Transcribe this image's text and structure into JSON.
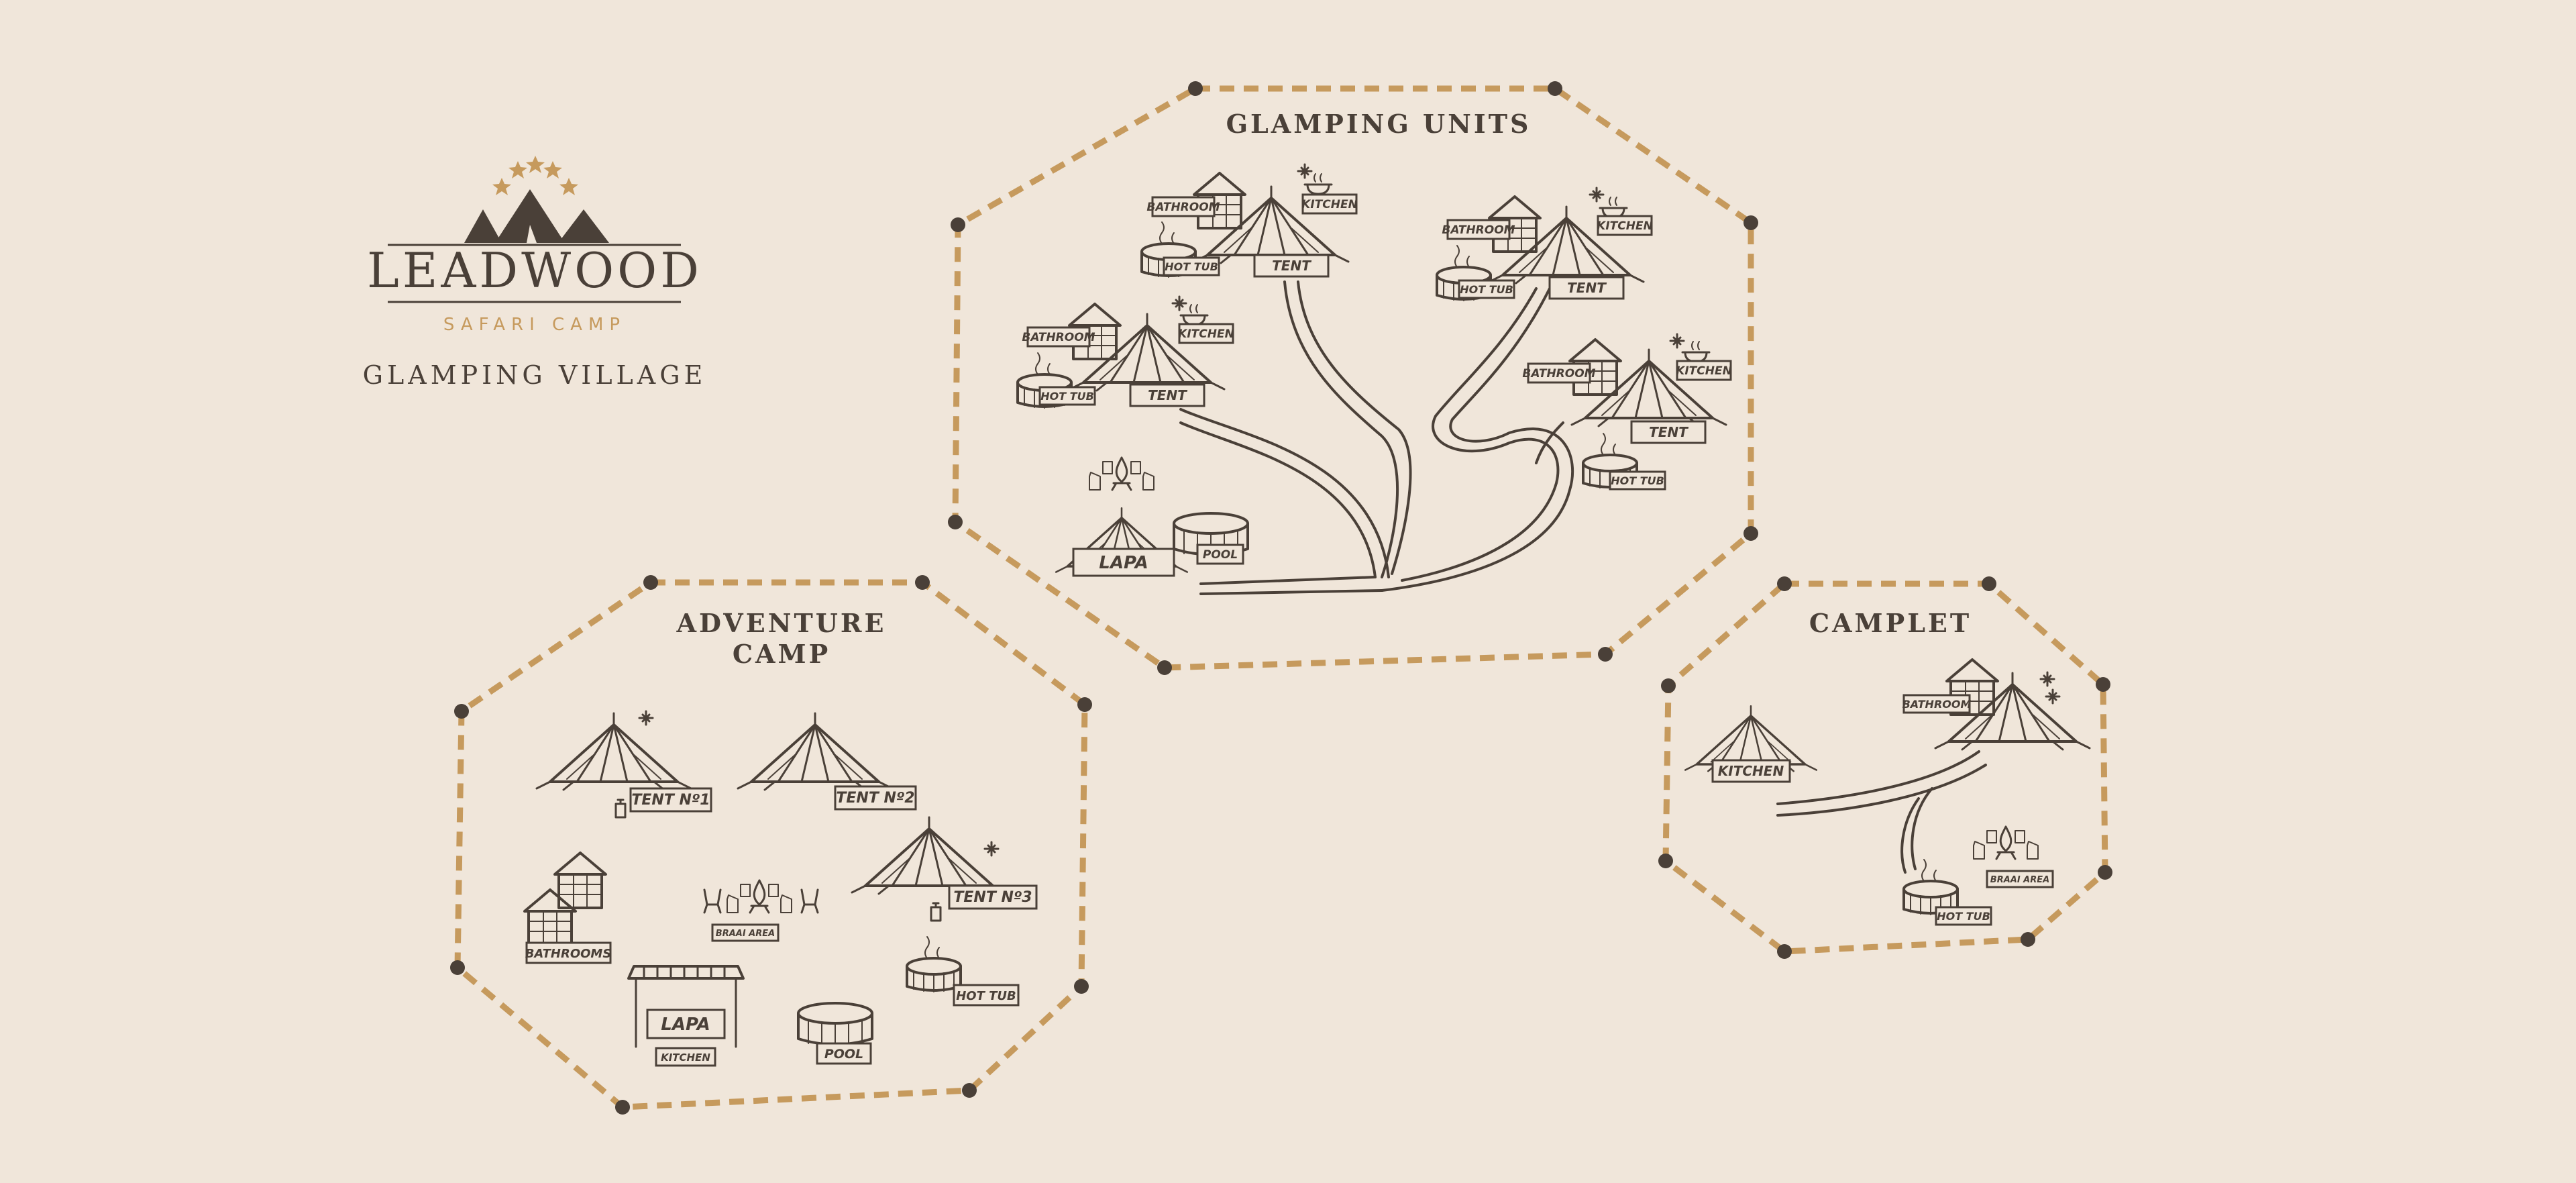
{
  "logo": {
    "name": "LEADWOOD",
    "tagline": "SAFARI CAMP",
    "stars": 5
  },
  "subtitle": "GLAMPING VILLAGE",
  "colors": {
    "background": "#f0e6da",
    "ink": "#4a4038",
    "accent": "#c69a5d"
  },
  "zones": {
    "glamping": {
      "title": "GLAMPING UNITS",
      "labels": {
        "bathroom1": "BATHROOM",
        "kitchen1": "KITCHEN",
        "hottub1": "HOT TUB",
        "tent1": "TENT",
        "bathroom2": "BATHROOM",
        "kitchen2": "KITCHEN",
        "hottub2": "HOT TUB",
        "tent2": "TENT",
        "bathroom3": "BATHROOM",
        "kitchen3": "KITCHEN",
        "hottub3": "HOT TUB",
        "tent3": "TENT",
        "bathroom4": "BATHROOM",
        "kitchen4": "KITCHEN",
        "hottub4": "HOT TUB",
        "tent4": "TENT",
        "lapa": "LAPA",
        "pool": "POOL"
      }
    },
    "adventure": {
      "title_line1": "ADVENTURE",
      "title_line2": "CAMP",
      "labels": {
        "tent1": "TENT Nº1",
        "tent2": "TENT Nº2",
        "tent3": "TENT Nº3",
        "bathrooms": "BATHROOMS",
        "braai": "BRAAI AREA",
        "hottub": "HOT TUB",
        "lapa": "LAPA",
        "kitchen": "KITCHEN",
        "pool": "POOL"
      }
    },
    "camplet": {
      "title": "CAMPLET",
      "labels": {
        "bathroom": "BATHROOM",
        "kitchen": "KITCHEN",
        "braai": "BRAAI AREA",
        "hottub": "HOT TUB"
      }
    }
  }
}
